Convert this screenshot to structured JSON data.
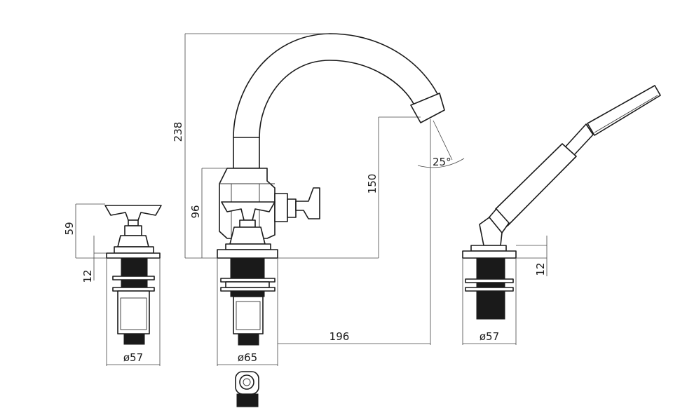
{
  "dimensions": {
    "spout_height": "238",
    "spout_outlet_height": "150",
    "body_height": "96",
    "handle_height": "59",
    "left_base_height": "12",
    "right_base_height": "12",
    "spout_angle": "25°",
    "spout_reach": "196",
    "left_base_diameter": "ø57",
    "center_base_diameter": "ø65",
    "right_base_diameter": "ø57"
  }
}
